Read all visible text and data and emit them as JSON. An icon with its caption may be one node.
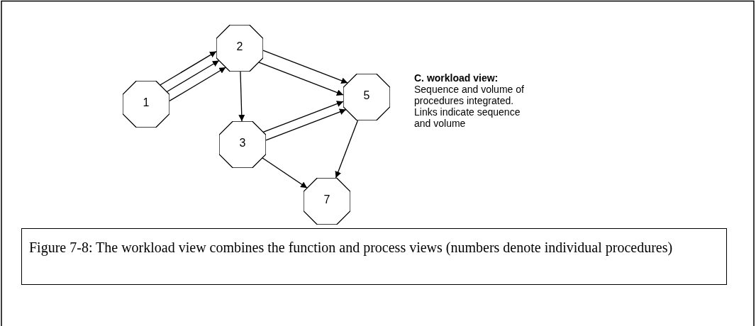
{
  "diagram": {
    "caption": "Figure 7-8: The workload view combines the function and process views (numbers denote individual procedures)",
    "nodes": [
      {
        "text": [
          "1"
        ]
      },
      {
        "text": [
          "2"
        ]
      },
      {
        "text": [
          "5"
        ]
      },
      {
        "text": [
          "3"
        ]
      },
      {
        "text": [
          "7"
        ]
      }
    ],
    "edges": [
      {
        "from": 0,
        "to": 1,
        "arrow": "to"
      },
      {
        "from": 0,
        "to": 1,
        "arrow": "to"
      },
      {
        "from": 0,
        "to": 1,
        "arrow": "to"
      },
      {
        "from": 1,
        "to": 2,
        "arrow": "to"
      },
      {
        "from": 1,
        "to": 2,
        "arrow": "to"
      },
      {
        "from": 1,
        "to": 3,
        "arrow": "to"
      },
      {
        "from": 3,
        "to": 2,
        "arrow": "to"
      },
      {
        "from": 3,
        "to": 2,
        "arrow": "to"
      },
      {
        "from": 3,
        "to": 4,
        "arrow": "to"
      },
      {
        "from": 2,
        "to": 4,
        "arrow": "to"
      }
    ],
    "labels": [
      "C. workload view:",
      "Sequence and volume of procedures integrated. Links indicate sequence and volume"
    ]
  }
}
